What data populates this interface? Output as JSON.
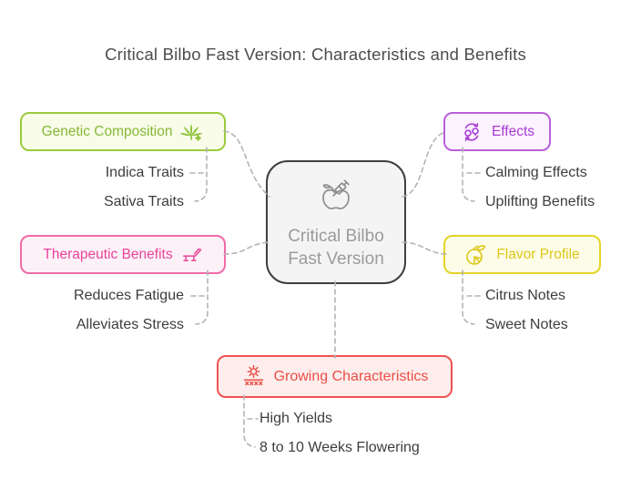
{
  "title": "Critical Bilbo Fast Version: Characteristics and Benefits",
  "center": {
    "line1": "Critical Bilbo",
    "line2": "Fast Version",
    "icon": "apple-syringe-icon"
  },
  "nodes": {
    "genetic": {
      "label": "Genetic Composition",
      "icon": "cannabis-leaf-plus-icon",
      "accent": "#9bcb3c",
      "children": [
        "Indica Traits",
        "Sativa Traits"
      ]
    },
    "therapeutic": {
      "label": "Therapeutic Benefits",
      "icon": "therapy-couch-icon",
      "accent": "#f06ba8",
      "children": [
        "Reduces Fatigue",
        "Alleviates Stress"
      ]
    },
    "effects": {
      "label": "Effects",
      "icon": "mood-cycle-icon",
      "accent": "#bb5fd8",
      "children": [
        "Calming Effects",
        "Uplifting Benefits"
      ]
    },
    "flavor": {
      "label": "Flavor Profile",
      "icon": "citrus-fruit-icon",
      "accent": "#e4d426",
      "children": [
        "Citrus Notes",
        "Sweet Notes"
      ]
    },
    "growing": {
      "label": "Growing Characteristics",
      "icon": "sun-over-sprouts-icon",
      "accent": "#ef5350",
      "children": [
        "High Yields",
        "8 to 10 Weeks Flowering"
      ]
    }
  },
  "connector_color": "#b4b4b4"
}
